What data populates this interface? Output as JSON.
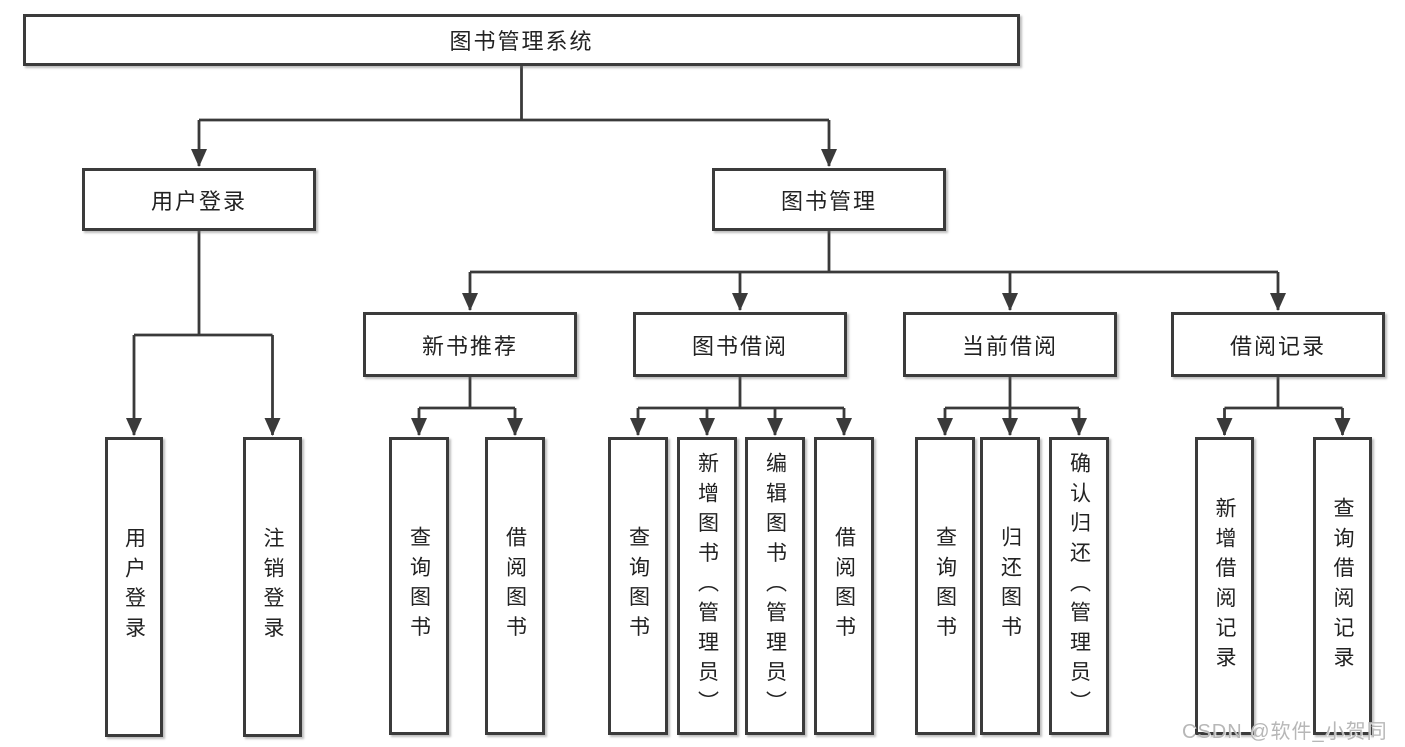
{
  "tree": {
    "root": "图书管理系统",
    "level2": [
      "用户登录",
      "图书管理"
    ],
    "level3": [
      "新书推荐",
      "图书借阅",
      "当前借阅",
      "借阅记录"
    ],
    "leaves_user": [
      "用户登录",
      "注销登录"
    ],
    "leaves_recommend": [
      "查询图书",
      "借阅图书"
    ],
    "leaves_borrow": [
      "查询图书",
      "新增图书（管理员）",
      "编辑图书（管理员）",
      "借阅图书"
    ],
    "leaves_current": [
      "查询图书",
      "归还图书",
      "确认归还（管理员）"
    ],
    "leaves_record": [
      "新增借阅记录",
      "查询借阅记录"
    ]
  },
  "watermark": "CSDN @软件_小贺同学",
  "colors": {
    "line": "#3a3a3a",
    "box_border": "#3b3b3b",
    "text": "#222222",
    "watermark": "#b7b7b7",
    "background": "#ffffff"
  }
}
